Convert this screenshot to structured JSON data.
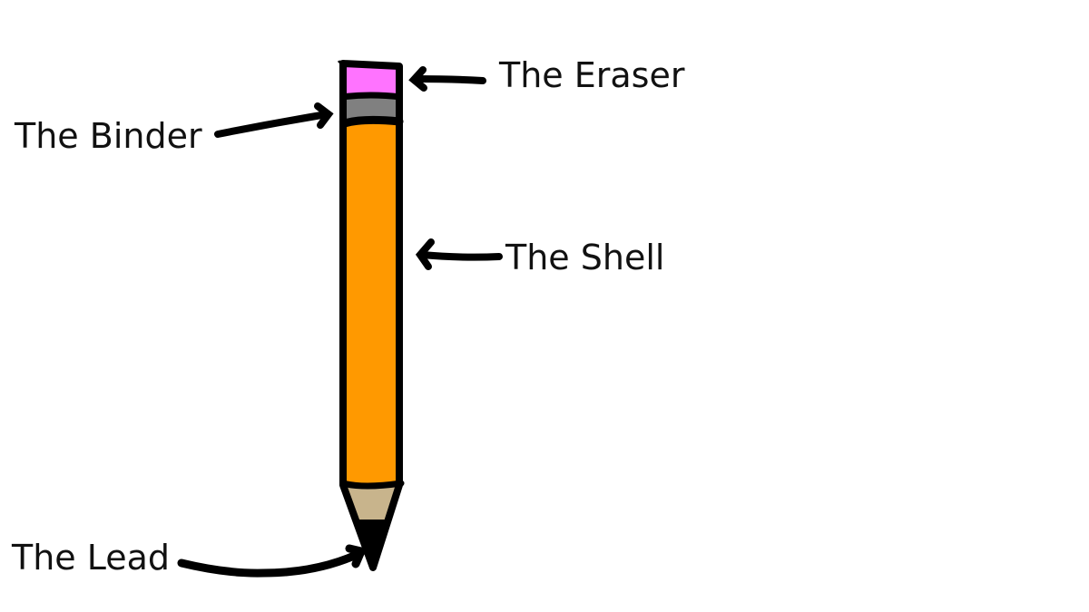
{
  "diagram": {
    "subject": "pencil",
    "labels": {
      "eraser": "The Eraser",
      "binder": "The Binder",
      "shell": "The Shell",
      "lead": "The Lead"
    },
    "colors": {
      "eraser": "#ff73ff",
      "binder": "#808080",
      "shell": "#ff9900",
      "wood": "#c8b48c",
      "lead": "#000000",
      "outline": "#000000",
      "background": "#ffffff"
    }
  }
}
